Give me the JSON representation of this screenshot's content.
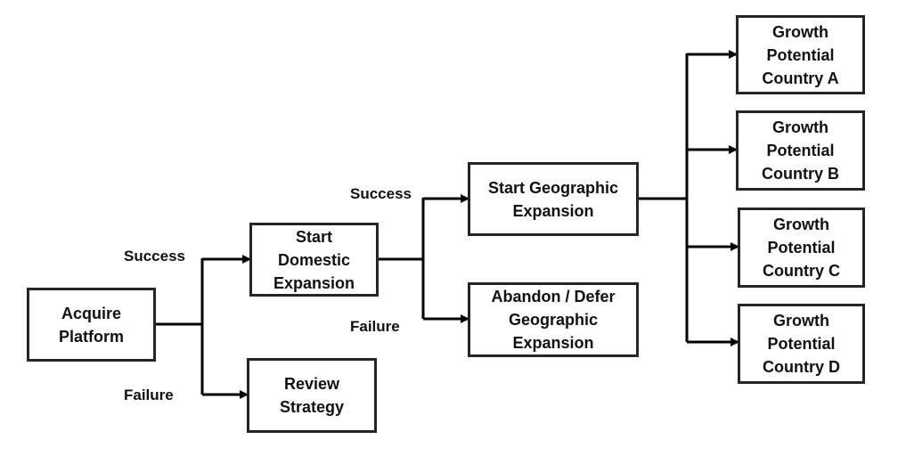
{
  "nodes": {
    "acquire_platform": "Acquire\nPlatform",
    "start_domestic": "Start\nDomestic\nExpansion",
    "review_strategy": "Review\nStrategy",
    "start_geographic": "Start Geographic\nExpansion",
    "abandon_defer": "Abandon / Defer\nGeographic\nExpansion",
    "country_a": "Growth\nPotential\nCountry A",
    "country_b": "Growth\nPotential\nCountry B",
    "country_c": "Growth\nPotential\nCountry C",
    "country_d": "Growth\nPotential\nCountry D"
  },
  "edge_labels": {
    "stage1_success": "Success",
    "stage1_failure": "Failure",
    "stage2_success": "Success",
    "stage2_failure": "Failure"
  },
  "colors": {
    "line": "#000000",
    "border": "#262626",
    "text": "#111111"
  }
}
